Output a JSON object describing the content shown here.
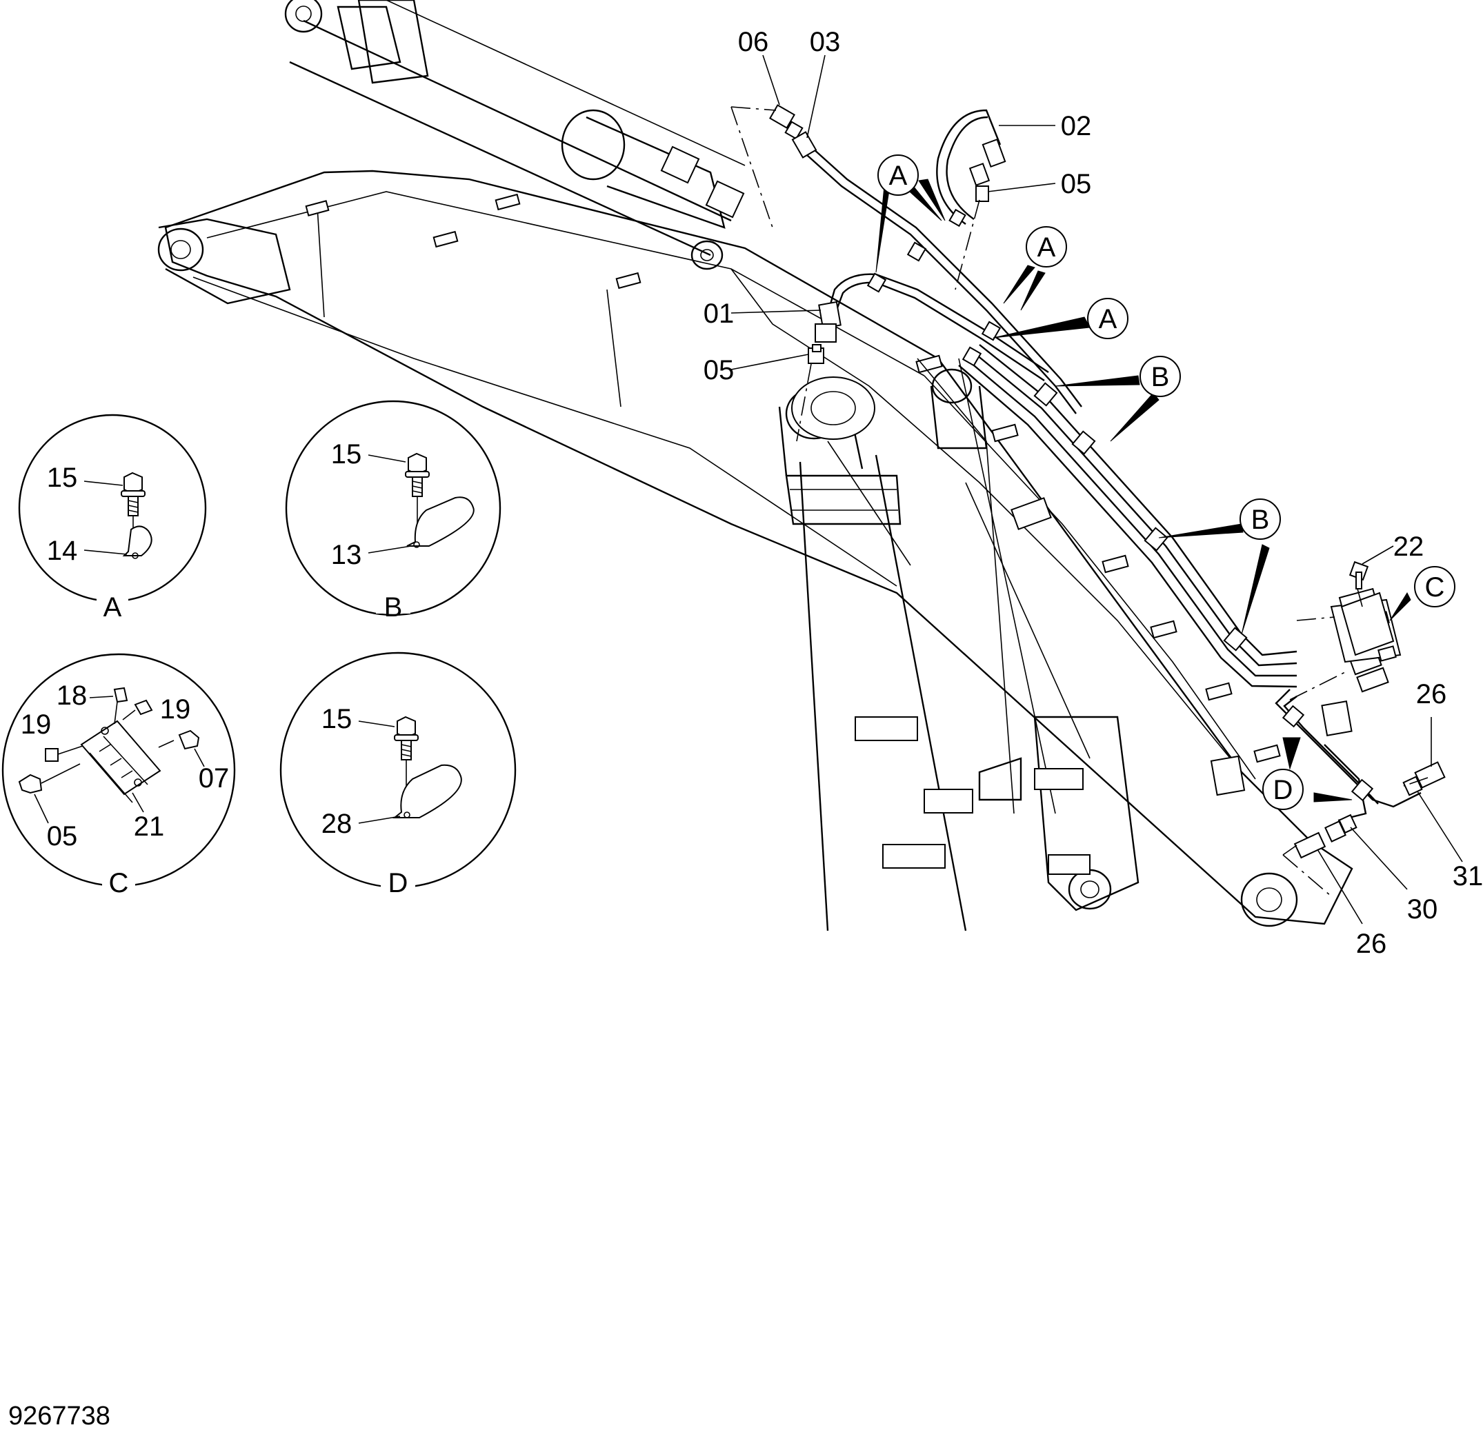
{
  "drawing_number": "9267738",
  "part_labels": {
    "p06": "06",
    "p03": "03",
    "p02": "02",
    "p05a": "05",
    "p01": "01",
    "p05b": "05",
    "p22": "22",
    "p26a": "26",
    "p31": "31",
    "p30": "30",
    "p26b": "26"
  },
  "callouts": {
    "a1": "A",
    "a2": "A",
    "a3": "A",
    "b1": "B",
    "b2": "B",
    "c1": "C",
    "d1": "D"
  },
  "details": {
    "A": {
      "title": "A",
      "bolt": "15",
      "clamp": "14"
    },
    "B": {
      "title": "B",
      "bolt": "15",
      "clamp": "13"
    },
    "C": {
      "title": "C",
      "cap": "18",
      "plug_right": "19",
      "plug_left": "19",
      "nipple_right": "07",
      "nipple_left": "05",
      "block": "21"
    },
    "D": {
      "title": "D",
      "bolt": "15",
      "clamp": "28"
    }
  }
}
